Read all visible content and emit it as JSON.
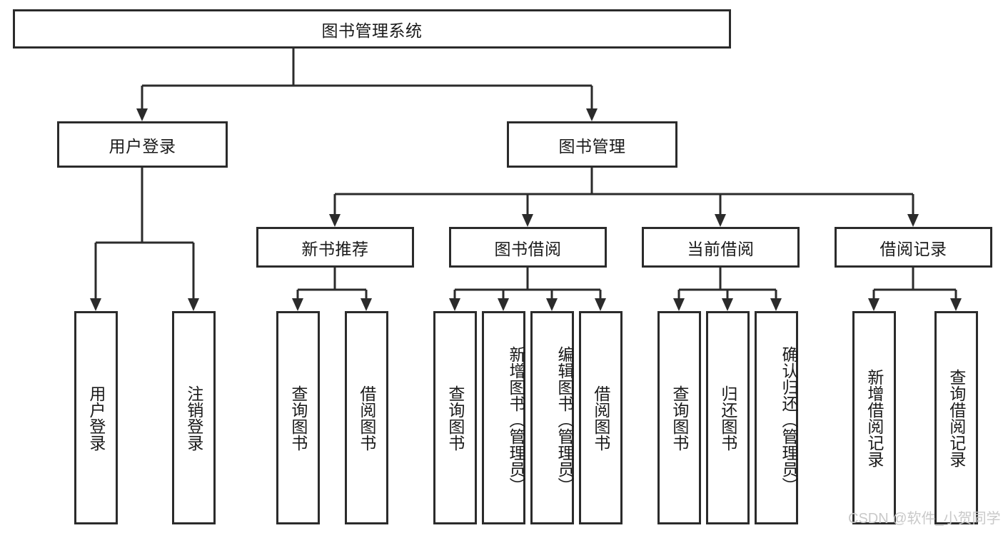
{
  "diagram": {
    "type": "tree-hierarchy",
    "title": "图书管理系统",
    "watermark": "CSDN @软件_小贺同学",
    "colors": {
      "background": "#ffffff",
      "node_fill": "#ffffff",
      "node_stroke": "#2b2b2b",
      "text": "#1a1a1a",
      "watermark": "#c9c9c9"
    },
    "levels": {
      "root": {
        "label": "图书管理系统"
      },
      "level1": [
        {
          "id": "user-login",
          "label": "用户登录"
        },
        {
          "id": "book-management",
          "label": "图书管理"
        }
      ],
      "level2": [
        {
          "id": "new-book-recommend",
          "label": "新书推荐",
          "parent": "book-management"
        },
        {
          "id": "book-borrow",
          "label": "图书借阅",
          "parent": "book-management"
        },
        {
          "id": "current-borrow",
          "label": "当前借阅",
          "parent": "book-management"
        },
        {
          "id": "borrow-record",
          "label": "借阅记录",
          "parent": "book-management"
        }
      ],
      "leaves": [
        {
          "id": "leaf-user-login",
          "label": "用户登录",
          "parent": "user-login"
        },
        {
          "id": "leaf-logout-login",
          "label": "注销登录",
          "parent": "user-login"
        },
        {
          "id": "leaf-query-book-1",
          "label": "查询图书",
          "parent": "new-book-recommend"
        },
        {
          "id": "leaf-borrow-book-1",
          "label": "借阅图书",
          "parent": "new-book-recommend"
        },
        {
          "id": "leaf-query-book-2",
          "label": "查询图书",
          "parent": "book-borrow"
        },
        {
          "id": "leaf-add-book",
          "label": "新增图书（管理员）",
          "parent": "book-borrow"
        },
        {
          "id": "leaf-edit-book",
          "label": "编辑图书（管理员）",
          "parent": "book-borrow"
        },
        {
          "id": "leaf-borrow-book-2",
          "label": "借阅图书",
          "parent": "book-borrow"
        },
        {
          "id": "leaf-query-book-3",
          "label": "查询图书",
          "parent": "current-borrow"
        },
        {
          "id": "leaf-return-book",
          "label": "归还图书",
          "parent": "current-borrow"
        },
        {
          "id": "leaf-confirm-return",
          "label": "确认归还（管理员）",
          "parent": "current-borrow"
        },
        {
          "id": "leaf-add-record",
          "label": "新增借阅记录",
          "parent": "borrow-record"
        },
        {
          "id": "leaf-query-record",
          "label": "查询借阅记录",
          "parent": "borrow-record"
        }
      ]
    }
  }
}
